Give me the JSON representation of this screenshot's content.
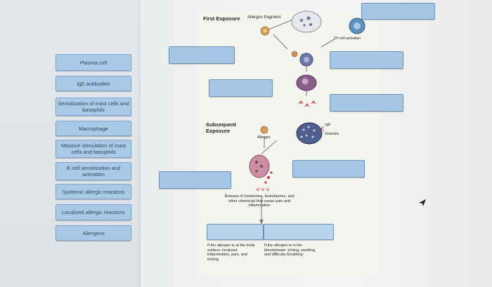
{
  "word_bank": [
    "Plasma cell",
    "IgE antibodies",
    "Sensitization of mast cells and basophils",
    "Macrophage",
    "Massive stimulation of mast cells and basophils",
    "B cell sensitization and activation",
    "Systemic allergic reactions",
    "Localized allergic reactions",
    "Allergens"
  ],
  "figure": {
    "first_exposure": "First Exposure",
    "allergen_fragment": "Allergen fragment",
    "th_activation": "TH cell activation",
    "subsequent_exposure": "Subsequent Exposure",
    "allergen": "Allergen",
    "ige": "IgE",
    "granules": "Granules",
    "release_text": "Release of histamines, leukotrienes, and other chemicals that cause pain and inflammation",
    "body_surface_text": "If the allergen is at the body surface: localized inflammation, pain, and itching",
    "bloodstream_text": "If the allergen is in the bloodstream: itching, swelling, and difficulty breathing"
  },
  "colors": {
    "label_fill": "#a9c9e7",
    "label_border": "#7aa6cf",
    "drop_fill": "#a6c6e6",
    "figure_bg": "#f5f5ef"
  }
}
